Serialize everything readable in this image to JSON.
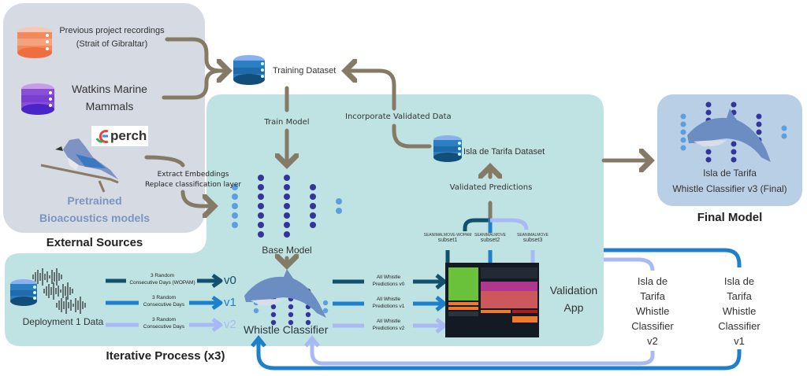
{
  "external_sources": {
    "title": "External Sources",
    "items": [
      {
        "line1": "Previous project recordings",
        "line2": "(Strait of Gibraltar)",
        "icon": "database-icon",
        "color": "#f07a4a"
      },
      {
        "line1": "Watkins Marine",
        "line2": "Mammals",
        "icon": "database-icon",
        "color": "#7b3fd6"
      }
    ],
    "perch_label": "perch",
    "pretrained_line1": "Pretrained",
    "pretrained_line2": "Bioacoustics models"
  },
  "training": {
    "dataset_label": "Training Dataset",
    "train_model_label": "Train Model",
    "extract_line1": "Extract Embeddings",
    "extract_line2": "Replace classification layer",
    "incorporate_label": "Incorporate Validated Data"
  },
  "base_model_label": "Base Model",
  "tarifa_dataset_label": "Isla de Tarifa Dataset",
  "validated_predictions_label": "Validated Predictions",
  "subsets": [
    {
      "top": "SEANIMALMOVE-WOPAM",
      "name": "subset1",
      "color": "#12506e"
    },
    {
      "top": "SEANIMALMOVE",
      "name": "subset2",
      "color": "#1e7fcc"
    },
    {
      "top": "SEANIMALMOVE",
      "name": "subset3",
      "color": "#a9b9f5"
    }
  ],
  "iterative": {
    "title": "Iterative Process (x3)",
    "deployment_label": "Deployment 1 Data",
    "inputs": [
      {
        "line1": "3 Random",
        "line2": "Consecutive Days (WOPAM)",
        "version": "v0",
        "color": "#12506e"
      },
      {
        "line1": "3 Random",
        "line2": "Consecutive Days",
        "version": "v1",
        "color": "#1e7fcc"
      },
      {
        "line1": "3 Random",
        "line2": "Consecutive Days",
        "version": "v2",
        "color": "#a9b9f5"
      }
    ],
    "classifier_label": "Whistle Classifier",
    "predictions": [
      {
        "line1": "All Whistle",
        "line2": "Predictions v0"
      },
      {
        "line1": "All Whistle",
        "line2": "Predictions v1"
      },
      {
        "line1": "All Whistle",
        "line2": "Predictions v2"
      }
    ],
    "validation_app_line1": "Validation",
    "validation_app_line2": "App"
  },
  "feedback": [
    {
      "lines": [
        "Isla de",
        "Tarifa",
        "Whistle",
        "Classifier",
        "v2"
      ],
      "color": "#a9b9f5"
    },
    {
      "lines": [
        "Isla de",
        "Tarifa",
        "Whistle",
        "Classifier",
        "v1"
      ],
      "color": "#1e7fcc"
    }
  ],
  "final_model": {
    "title": "Final Model",
    "line1": "Isla de Tarifa",
    "line2": "Whistle Classifier v3 (Final)"
  },
  "colors": {
    "arrow_brown": "#857a66",
    "teal_bg": "#bfe3e2",
    "gray_bg": "#d5dae3",
    "final_bg": "#b8cfe6",
    "node_dark": "#34359a",
    "node_light": "#5c9fe0"
  }
}
